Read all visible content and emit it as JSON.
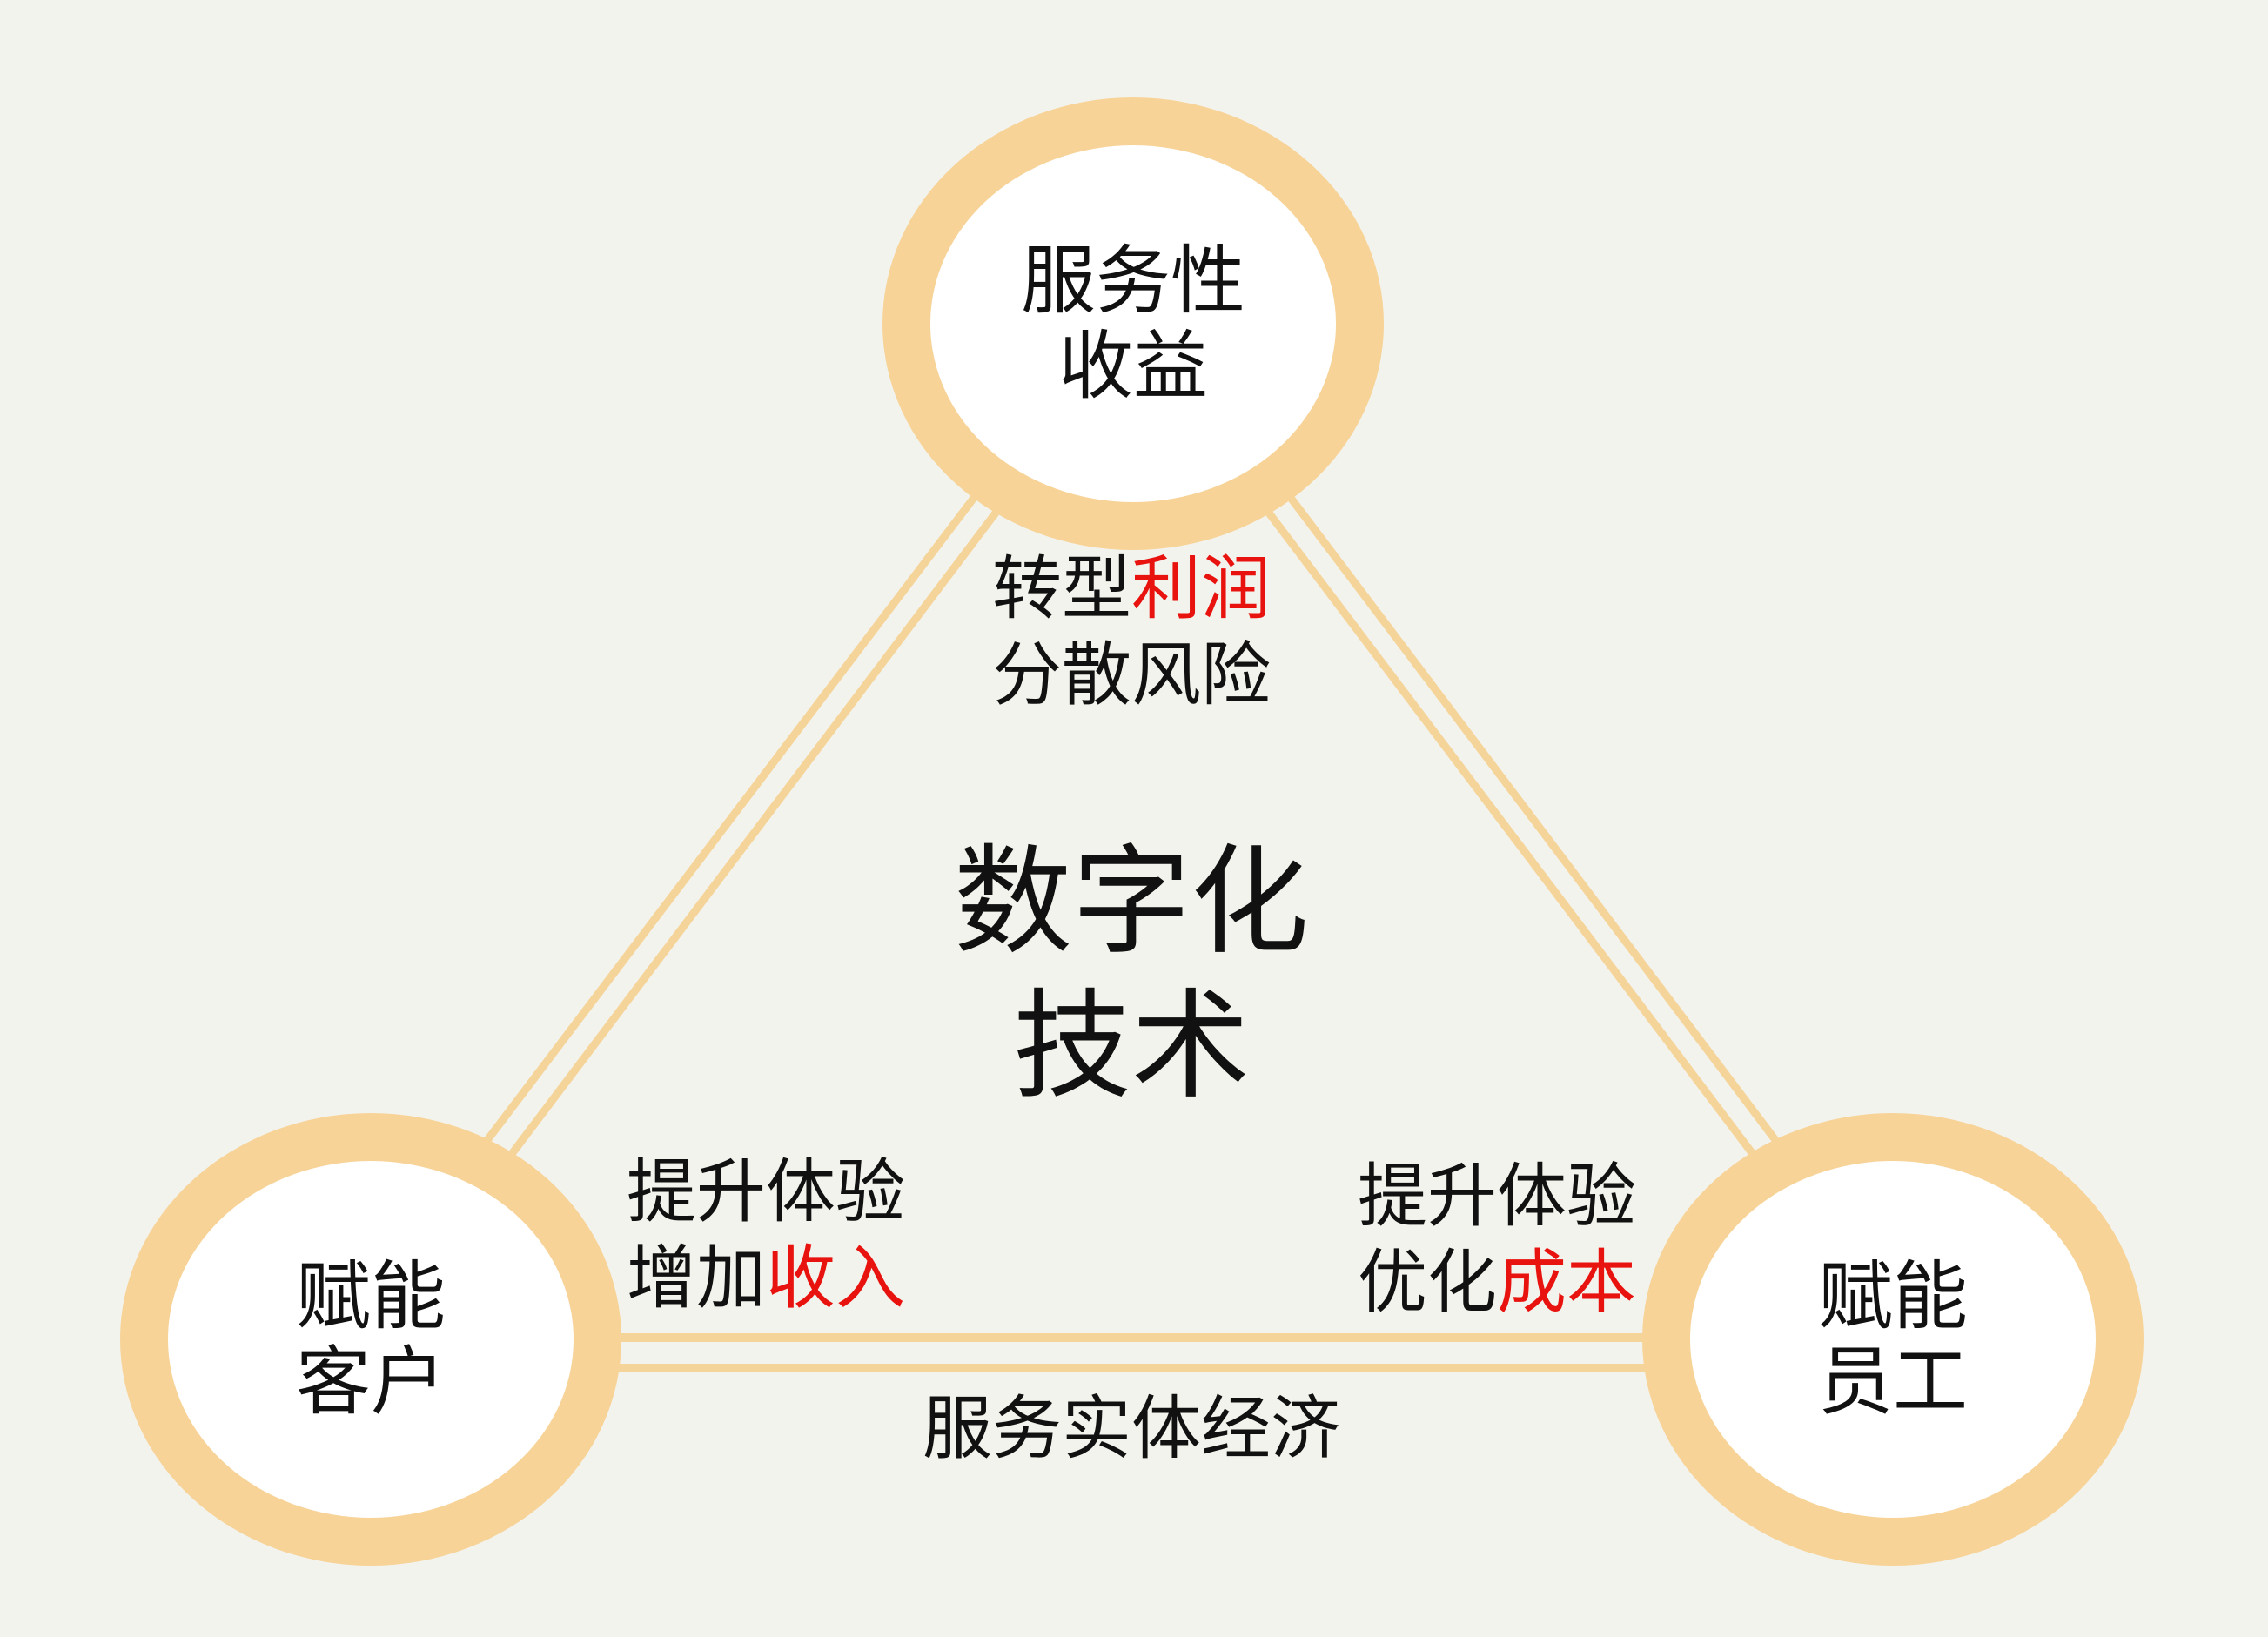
{
  "colors": {
    "background": "#f3f3ed",
    "ring": "#f7d398",
    "edge": "#f5d49a",
    "text": "#111111",
    "highlight": "#e8130f"
  },
  "center": {
    "lines": [
      "数字化",
      "技术"
    ]
  },
  "nodes": {
    "top": {
      "lines": [
        "服务性",
        "收益"
      ]
    },
    "left": {
      "lines": [
        "赋能",
        "客户"
      ]
    },
    "right": {
      "lines": [
        "赋能",
        "员工"
      ]
    }
  },
  "edge_labels": {
    "top": {
      "line1": {
        "plain": "转型",
        "highlight": "利润"
      },
      "line2": {
        "plain": "分散风险",
        "highlight": ""
      }
    },
    "left": {
      "line1": {
        "plain": "提升体验",
        "highlight": ""
      },
      "line2": {
        "plain": "增加",
        "highlight": "收入"
      }
    },
    "right": {
      "line1": {
        "plain": "提升体验",
        "highlight": ""
      },
      "line2": {
        "plain": "优化",
        "highlight": "成本"
      }
    },
    "bottom": {
      "text": "服务实体经济"
    }
  }
}
